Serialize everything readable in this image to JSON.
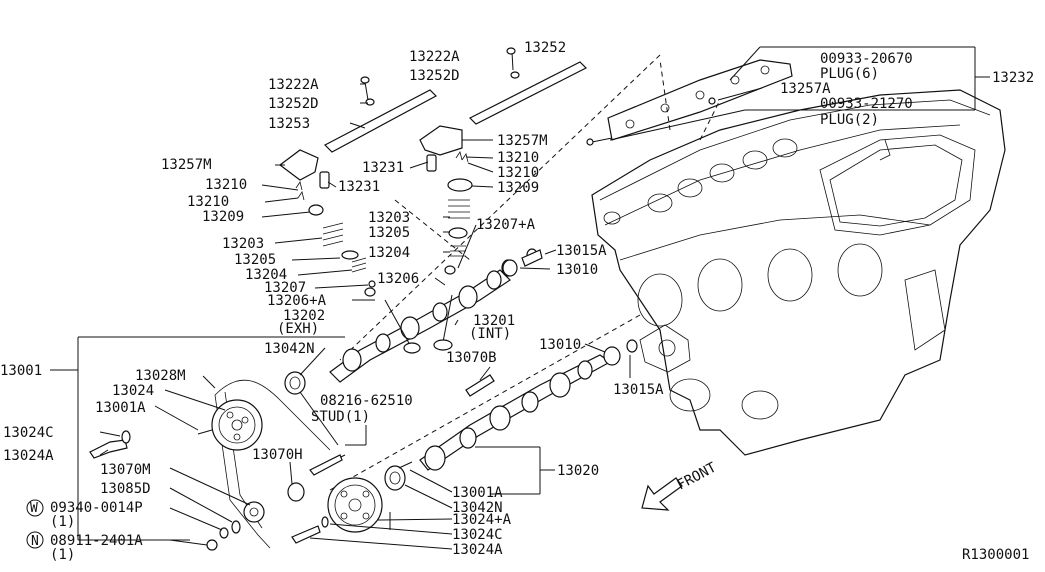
{
  "diagram_id": "R1300001",
  "front_label": "FRONT",
  "callouts": {
    "c13001": "13001",
    "c13001A_upper": "13001A",
    "c13001A_lower": "13001A",
    "c13010_upper": "13010",
    "c13010_lower": "13010",
    "c13015A_upper": "13015A",
    "c13015A_lower": "13015A",
    "c13020": "13020",
    "c13024": "13024",
    "c13024A_left": "13024A",
    "c13024A_bottom": "13024A",
    "c13024C_left": "13024C",
    "c13024C_bottom": "13024C",
    "c13024plusA": "13024+A",
    "c13028M": "13028M",
    "c13042N_upper": "13042N",
    "c13042N_lower": "13042N",
    "c13070B": "13070B",
    "c13070H": "13070H",
    "c13070M": "13070M",
    "c13085D": "13085D",
    "c13201": "13201",
    "c13201_sub": "(INT)",
    "c13202": "13202",
    "c13202_sub": "(EXH)",
    "c13203_left": "13203",
    "c13203_right": "13203",
    "c13204_left": "13204",
    "c13204_right": "13204",
    "c13205_left": "13205",
    "c13205_right": "13205",
    "c13206_right": "13206",
    "c13206plusA": "13206+A",
    "c13207_left": "13207",
    "c13207plusA": "13207+A",
    "c13209_left": "13209",
    "c13209_right": "13209",
    "c13210_a": "13210",
    "c13210_b": "13210",
    "c13210_c": "13210",
    "c13210_d": "13210",
    "c13222A_top": "13222A",
    "c13222A_left": "13222A",
    "c13231_a": "13231",
    "c13231_b": "13231",
    "c13232": "13232",
    "c13252": "13252",
    "c13252D_top": "13252D",
    "c13252D_left": "13252D",
    "c13253": "13253",
    "c13257A": "13257A",
    "c13257M_left": "13257M",
    "c13257M_right": "13257M",
    "stud": "08216-62510",
    "stud_sub": "STUD(1)",
    "plug6_no": "00933-20670",
    "plug6_sub": "PLUG(6)",
    "plug2_no": "00933-21270",
    "plug2_sub": "PLUG(2)",
    "washer_prefix": "W",
    "washer_no": "09340-0014P",
    "washer_qty": "(1)",
    "nut_prefix": "N",
    "nut_no": "08911-2401A",
    "nut_qty": "(1)"
  }
}
